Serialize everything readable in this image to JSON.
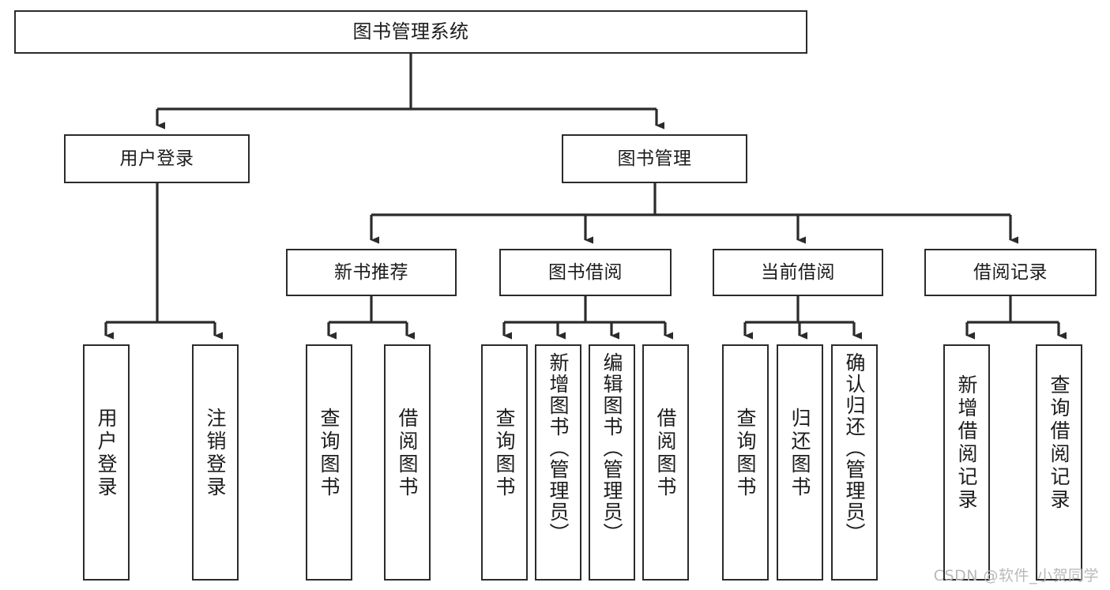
{
  "diagram": {
    "title": "图书管理系统",
    "watermark": "CSDN @软件_小贺同学",
    "line_color": "#2b2b2b",
    "box_border_color": "#2b2b2b",
    "box_fill": "#ffffff",
    "text_color": "#1c1c1c",
    "watermark_color": "#b9b9b9"
  },
  "nodes": {
    "root": {
      "label": "图书管理系统"
    },
    "level1": [
      {
        "label": "用户登录"
      },
      {
        "label": "图书管理"
      }
    ],
    "level2": [
      {
        "label": "新书推荐"
      },
      {
        "label": "图书借阅"
      },
      {
        "label": "当前借阅"
      },
      {
        "label": "借阅记录"
      }
    ],
    "leaves": {
      "user_login": [
        {
          "label": "用户登录"
        },
        {
          "label": "注销登录"
        }
      ],
      "new_book_recommend": [
        {
          "label": "查询图书"
        },
        {
          "label": "借阅图书"
        }
      ],
      "book_borrow": [
        {
          "label": "查询图书"
        },
        {
          "label": "新增图书（管理员）"
        },
        {
          "label": "编辑图书（管理员）"
        },
        {
          "label": "借阅图书"
        }
      ],
      "current_borrow": [
        {
          "label": "查询图书"
        },
        {
          "label": "归还图书"
        },
        {
          "label": "确认归还（管理员）"
        }
      ],
      "borrow_record": [
        {
          "label": "新增借阅记录"
        },
        {
          "label": "查询借阅记录"
        }
      ]
    }
  }
}
